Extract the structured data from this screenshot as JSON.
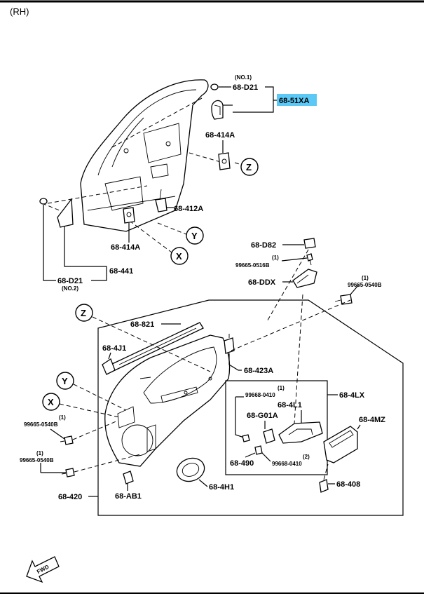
{
  "header": {
    "side": "(RH)"
  },
  "highlight": {
    "part": "68-51XA",
    "color": "#5bc8f5"
  },
  "labels": {
    "no1": "(NO.1)",
    "d21_top": "68-D21",
    "part_414a_top": "68-414A",
    "part_412a": "68-412A",
    "part_414a_bot": "68-414A",
    "part_441": "68-441",
    "d21_bot": "68-D21",
    "no2": "(NO.2)",
    "d82": "68-D82",
    "q1_a": "(1)",
    "screw_a": "99665-0516B",
    "ddx": "68-DDX",
    "q1_b": "(1)",
    "screw_b": "99665-0540B",
    "p821": "68-821",
    "p4j1": "68-4J1",
    "p423a": "68-423A",
    "p4lx": "68-4LX",
    "q1_c": "(1)",
    "screw_c": "99668-0410",
    "p4l1": "68-4L1",
    "g01a": "68-G01A",
    "p4mz": "68-4MZ",
    "p490": "68-490",
    "q2": "(2)",
    "screw_d": "99668-0410",
    "p408": "68-408",
    "q1_d": "(1)",
    "screw_e": "99665-0540B",
    "q1_e": "(1)",
    "screw_f": "99665-0540B",
    "p420": "68-420",
    "ab1": "68-AB1",
    "p4h1": "68-4H1",
    "fwd": "FWD"
  },
  "callouts": {
    "z_top": "Z",
    "y_top": "Y",
    "x_top": "X",
    "z_bot": "Z",
    "y_bot": "Y",
    "x_bot": "X"
  }
}
